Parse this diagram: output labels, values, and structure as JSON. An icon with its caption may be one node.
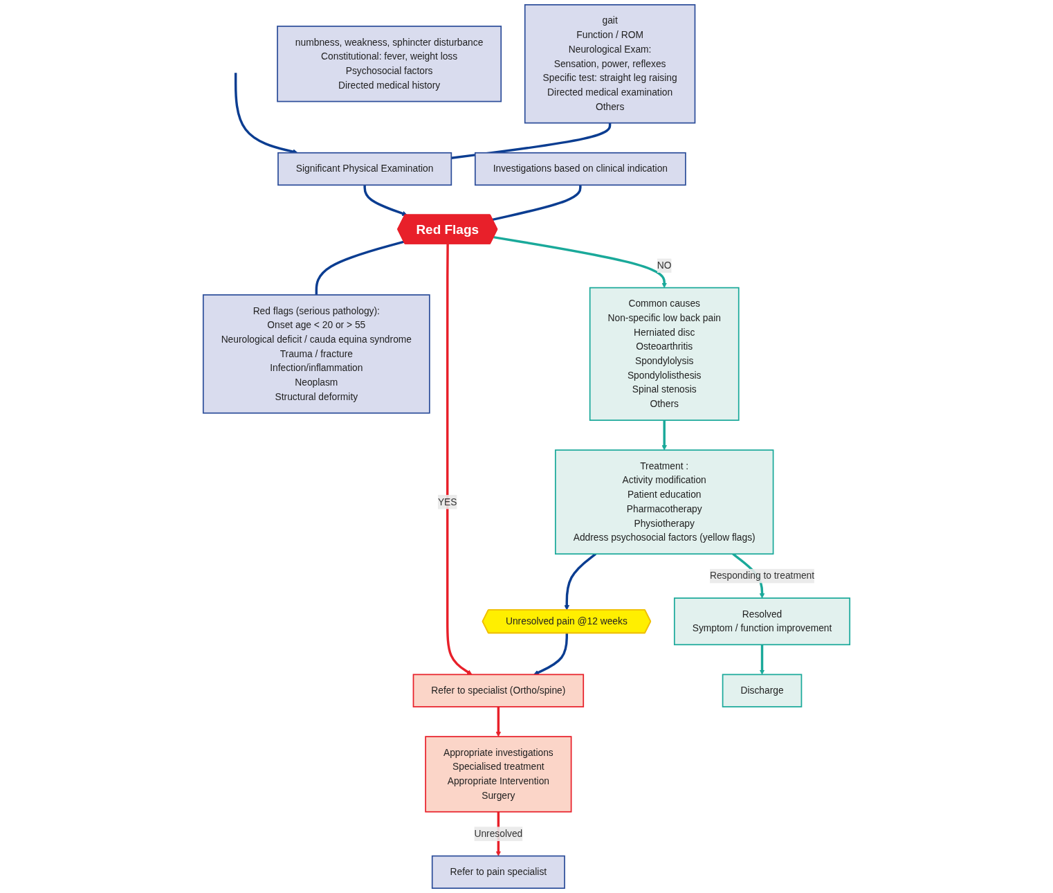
{
  "diagram": {
    "nodes": [
      {
        "text": [
          "gait",
          "Function / ROM",
          "Neurological Exam:",
          "Sensation, power, reflexes",
          "Specific test: straight leg raising",
          "Directed medical examination",
          "Others"
        ]
      },
      {
        "text": [
          "Significant Physical Examination"
        ]
      },
      {
        "text": [
          "Investigations based on clinical indication"
        ]
      },
      {
        "text": [
          "numbness, weakness, sphincter disturbance",
          "Constitutional: fever, weight loss",
          "Psychosocial factors",
          "Directed medical history"
        ]
      },
      {
        "text": [
          "Red Flags"
        ]
      },
      {
        "text": [
          "Red flags (serious pathology):",
          "Onset age < 20 or > 55",
          "Neurological deficit / cauda equina syndrome",
          "Trauma / fracture",
          "Infection/inflammation",
          "Neoplasm",
          "Structural deformity"
        ]
      },
      {
        "text": [
          "Common causes",
          "Non-specific low back pain",
          "Herniated disc",
          "Osteoarthritis",
          "Spondylolysis",
          "Spondylolisthesis",
          "Spinal stenosis",
          "Others"
        ]
      },
      {
        "text": [
          "Treatment :",
          "Activity modification",
          "Patient education",
          "Pharmacotherapy",
          "Physiotherapy",
          "Address psychosocial factors (yellow flags)"
        ]
      },
      {
        "text": [
          "Unresolved pain @12 weeks"
        ]
      },
      {
        "text": [
          "Refer to specialist (Ortho/spine)"
        ]
      },
      {
        "text": [
          "Appropriate investigations",
          "Specialised treatment",
          "Appropriate Intervention",
          "Surgery"
        ]
      },
      {
        "text": [
          "Resolved",
          "Symptom / function improvement"
        ]
      },
      {
        "text": [
          "Discharge"
        ]
      },
      {
        "text": [
          "Refer to pain specialist"
        ]
      }
    ],
    "edges": [
      {
        "from": null,
        "to": 1,
        "arrow": "to"
      },
      {
        "from": 0,
        "to": 1,
        "arrow": "none"
      },
      {
        "from": 1,
        "to": 4,
        "arrow": "to"
      },
      {
        "from": 2,
        "to": 4,
        "arrow": "none"
      },
      {
        "from": 4,
        "to": 5,
        "arrow": "none"
      },
      {
        "from": 4,
        "to": 6,
        "arrow": "to",
        "label": "NO",
        "color": "#1aa99a"
      },
      {
        "from": 4,
        "to": 9,
        "arrow": "to",
        "label": "YES",
        "color": "#e8202a"
      },
      {
        "from": 6,
        "to": 7,
        "arrow": "to",
        "color": "#1aa99a"
      },
      {
        "from": 7,
        "to": 8,
        "arrow": "to"
      },
      {
        "from": 8,
        "to": 9,
        "arrow": "to"
      },
      {
        "from": 7,
        "to": 11,
        "arrow": "to",
        "label": "Responding to treatment",
        "color": "#1aa99a"
      },
      {
        "from": 11,
        "to": 12,
        "arrow": "to",
        "color": "#1aa99a"
      },
      {
        "from": 9,
        "to": 10,
        "arrow": "to",
        "color": "#e8202a"
      },
      {
        "from": 10,
        "to": 13,
        "arrow": "to",
        "label": "Unresolved",
        "color": "#e8202a"
      }
    ]
  }
}
